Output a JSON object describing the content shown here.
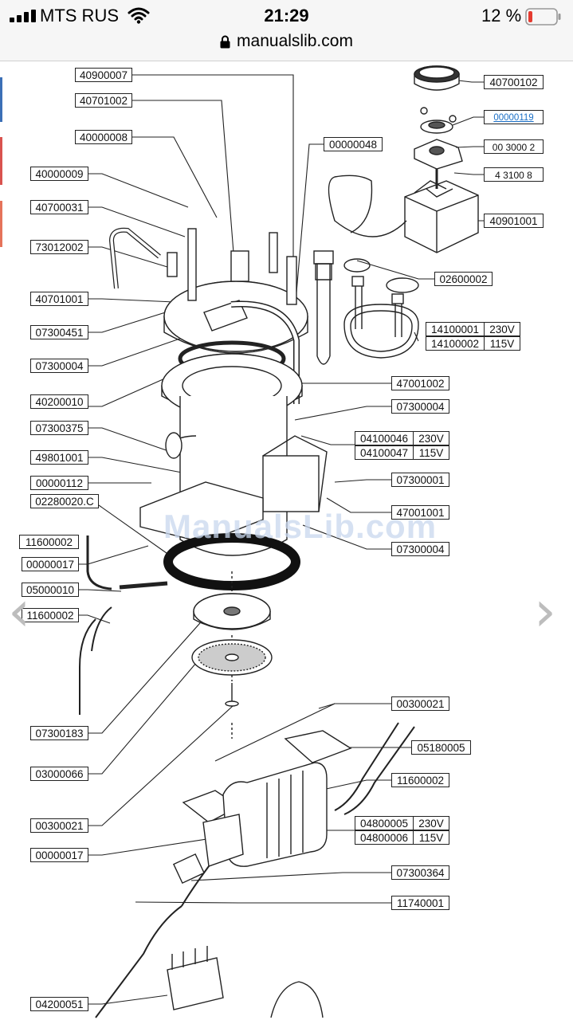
{
  "status_bar": {
    "carrier": "MTS RUS",
    "time": "21:29",
    "battery": "12 %",
    "url": "manualslib.com",
    "icons": [
      "signal-icon",
      "wifi-icon",
      "lock-icon",
      "battery-icon"
    ],
    "battery_color": "#e53b30"
  },
  "watermark": "ManualsLib.com",
  "nav": {
    "prev": "‹",
    "next": "›"
  },
  "labels": {
    "l40900007": "40900007",
    "l40701002": "40701002",
    "l40000008": "40000008",
    "l40000009": "40000009",
    "l40700031": "40700031",
    "l73012002": "73012002",
    "l40701001": "40701001",
    "l07300451": "07300451",
    "l07300004a": "07300004",
    "l40200010": "40200010",
    "l07300375": "07300375",
    "l49801001": "49801001",
    "l00000112": "00000112",
    "l02280020": "02280020.C",
    "l11600002a": "11600002",
    "l00000017a": "00000017",
    "l05000010": "05000010",
    "l11600002b": "11600002",
    "l07300183": "07300183",
    "l03000066": "03000066",
    "l00300021a": "00300021",
    "l00000017b": "00000017",
    "l04200051": "04200051",
    "l00000048": "00000048",
    "l40700102": "40700102",
    "l00000119": "00000119",
    "l00300002": "00 3000  2",
    "l40300108": "4 3100  8",
    "l40901001": "40901001",
    "l02600002": "02600002",
    "l14100001": "14100001",
    "l14100001v": "230V",
    "l14100002": "14100002",
    "l14100002v": "115V",
    "l47001002": "47001002",
    "l07300004b": "07300004",
    "l04100046": "04100046",
    "l04100046v": "230V",
    "l04100047": "04100047",
    "l04100047v": "115V",
    "l07300001": "07300001",
    "l47001001": "47001001",
    "l07300004c": "07300004",
    "l00300021b": "00300021",
    "l05180005": "05180005",
    "l11600002c": "11600002",
    "l04800005": "04800005",
    "l04800005v": "230V",
    "l04800006": "04800006",
    "l04800006v": "115V",
    "l07300364": "07300364",
    "l11740001": "11740001"
  }
}
